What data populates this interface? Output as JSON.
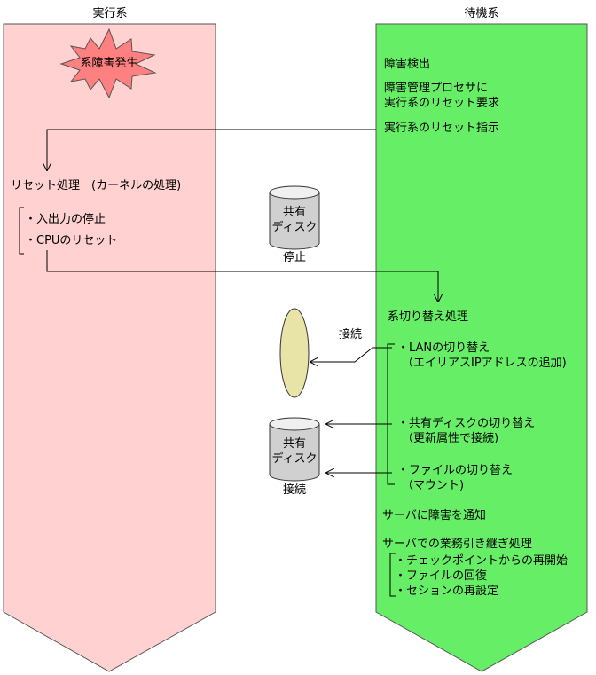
{
  "active": {
    "header": "実行系",
    "burst": "系障害発生",
    "reset_title": "リセット処理　(カーネルの処理)",
    "reset_steps": [
      "・入出力の停止",
      "・CPUのリセット"
    ]
  },
  "standby": {
    "header": "待機系",
    "detect": "障害検出",
    "request": [
      "障害管理プロセサに",
      "実行系のリセット要求"
    ],
    "instruct": "実行系のリセット指示",
    "switch_title": "系切り替え処理",
    "switch_steps": [
      [
        "・LANの切り替え",
        "（エイリアスIPアドレスの追加)"
      ],
      [
        "・共有ディスクの切り替え",
        "（更新属性で接続)"
      ],
      [
        "・ファイルの切り替え",
        "（マウント)"
      ]
    ],
    "notify": "サーバに障害を通知",
    "takeover_title": "サーバでの業務引き継ぎ処理",
    "takeover_steps": [
      "・チェックポイントからの再開始",
      "・ファイルの回復",
      "・セションの再設定"
    ]
  },
  "shared": {
    "disk_top": [
      "共有",
      "ディスク"
    ],
    "disk_top_status": "停止",
    "lan_status": "接続",
    "disk_bottom": [
      "共有",
      "ディスク"
    ],
    "disk_bottom_status": "接続"
  },
  "colors": {
    "active_fill": "#ffd1d1",
    "standby_fill": "#66ee66",
    "burst_fill": "#ff8080",
    "lan_fill": "#e8e4a8",
    "disk_fill": "#d0d0d0",
    "disk_top_fill": "#f0f0f0"
  }
}
